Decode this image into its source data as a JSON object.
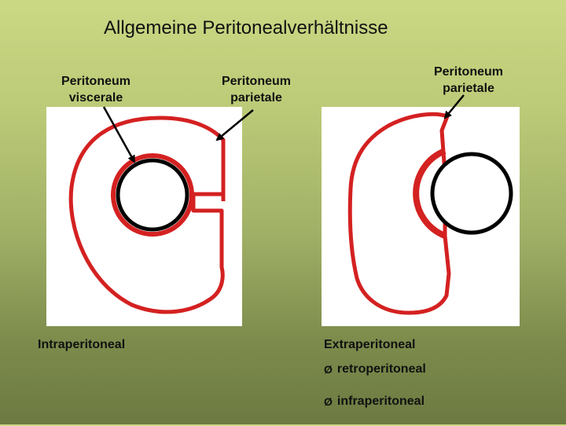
{
  "title": "Allgemeine Peritonealverhältnisse",
  "labels": {
    "left_visceral": [
      "Peritoneum",
      "viscerale"
    ],
    "left_parietal": [
      "Peritoneum",
      "parietale"
    ],
    "right_parietal": [
      "Peritoneum",
      "parietale"
    ]
  },
  "cases": {
    "intra": "Intraperitoneal",
    "extra": "Extraperitoneal"
  },
  "subtypes": [
    {
      "bullet": "Ø",
      "label": "retroperitoneal"
    },
    {
      "bullet": "Ø",
      "label": "infraperitoneal"
    }
  ],
  "colors": {
    "peritoneum": "#d42121",
    "organ_outline": "#000000",
    "panel": "#ffffff"
  }
}
